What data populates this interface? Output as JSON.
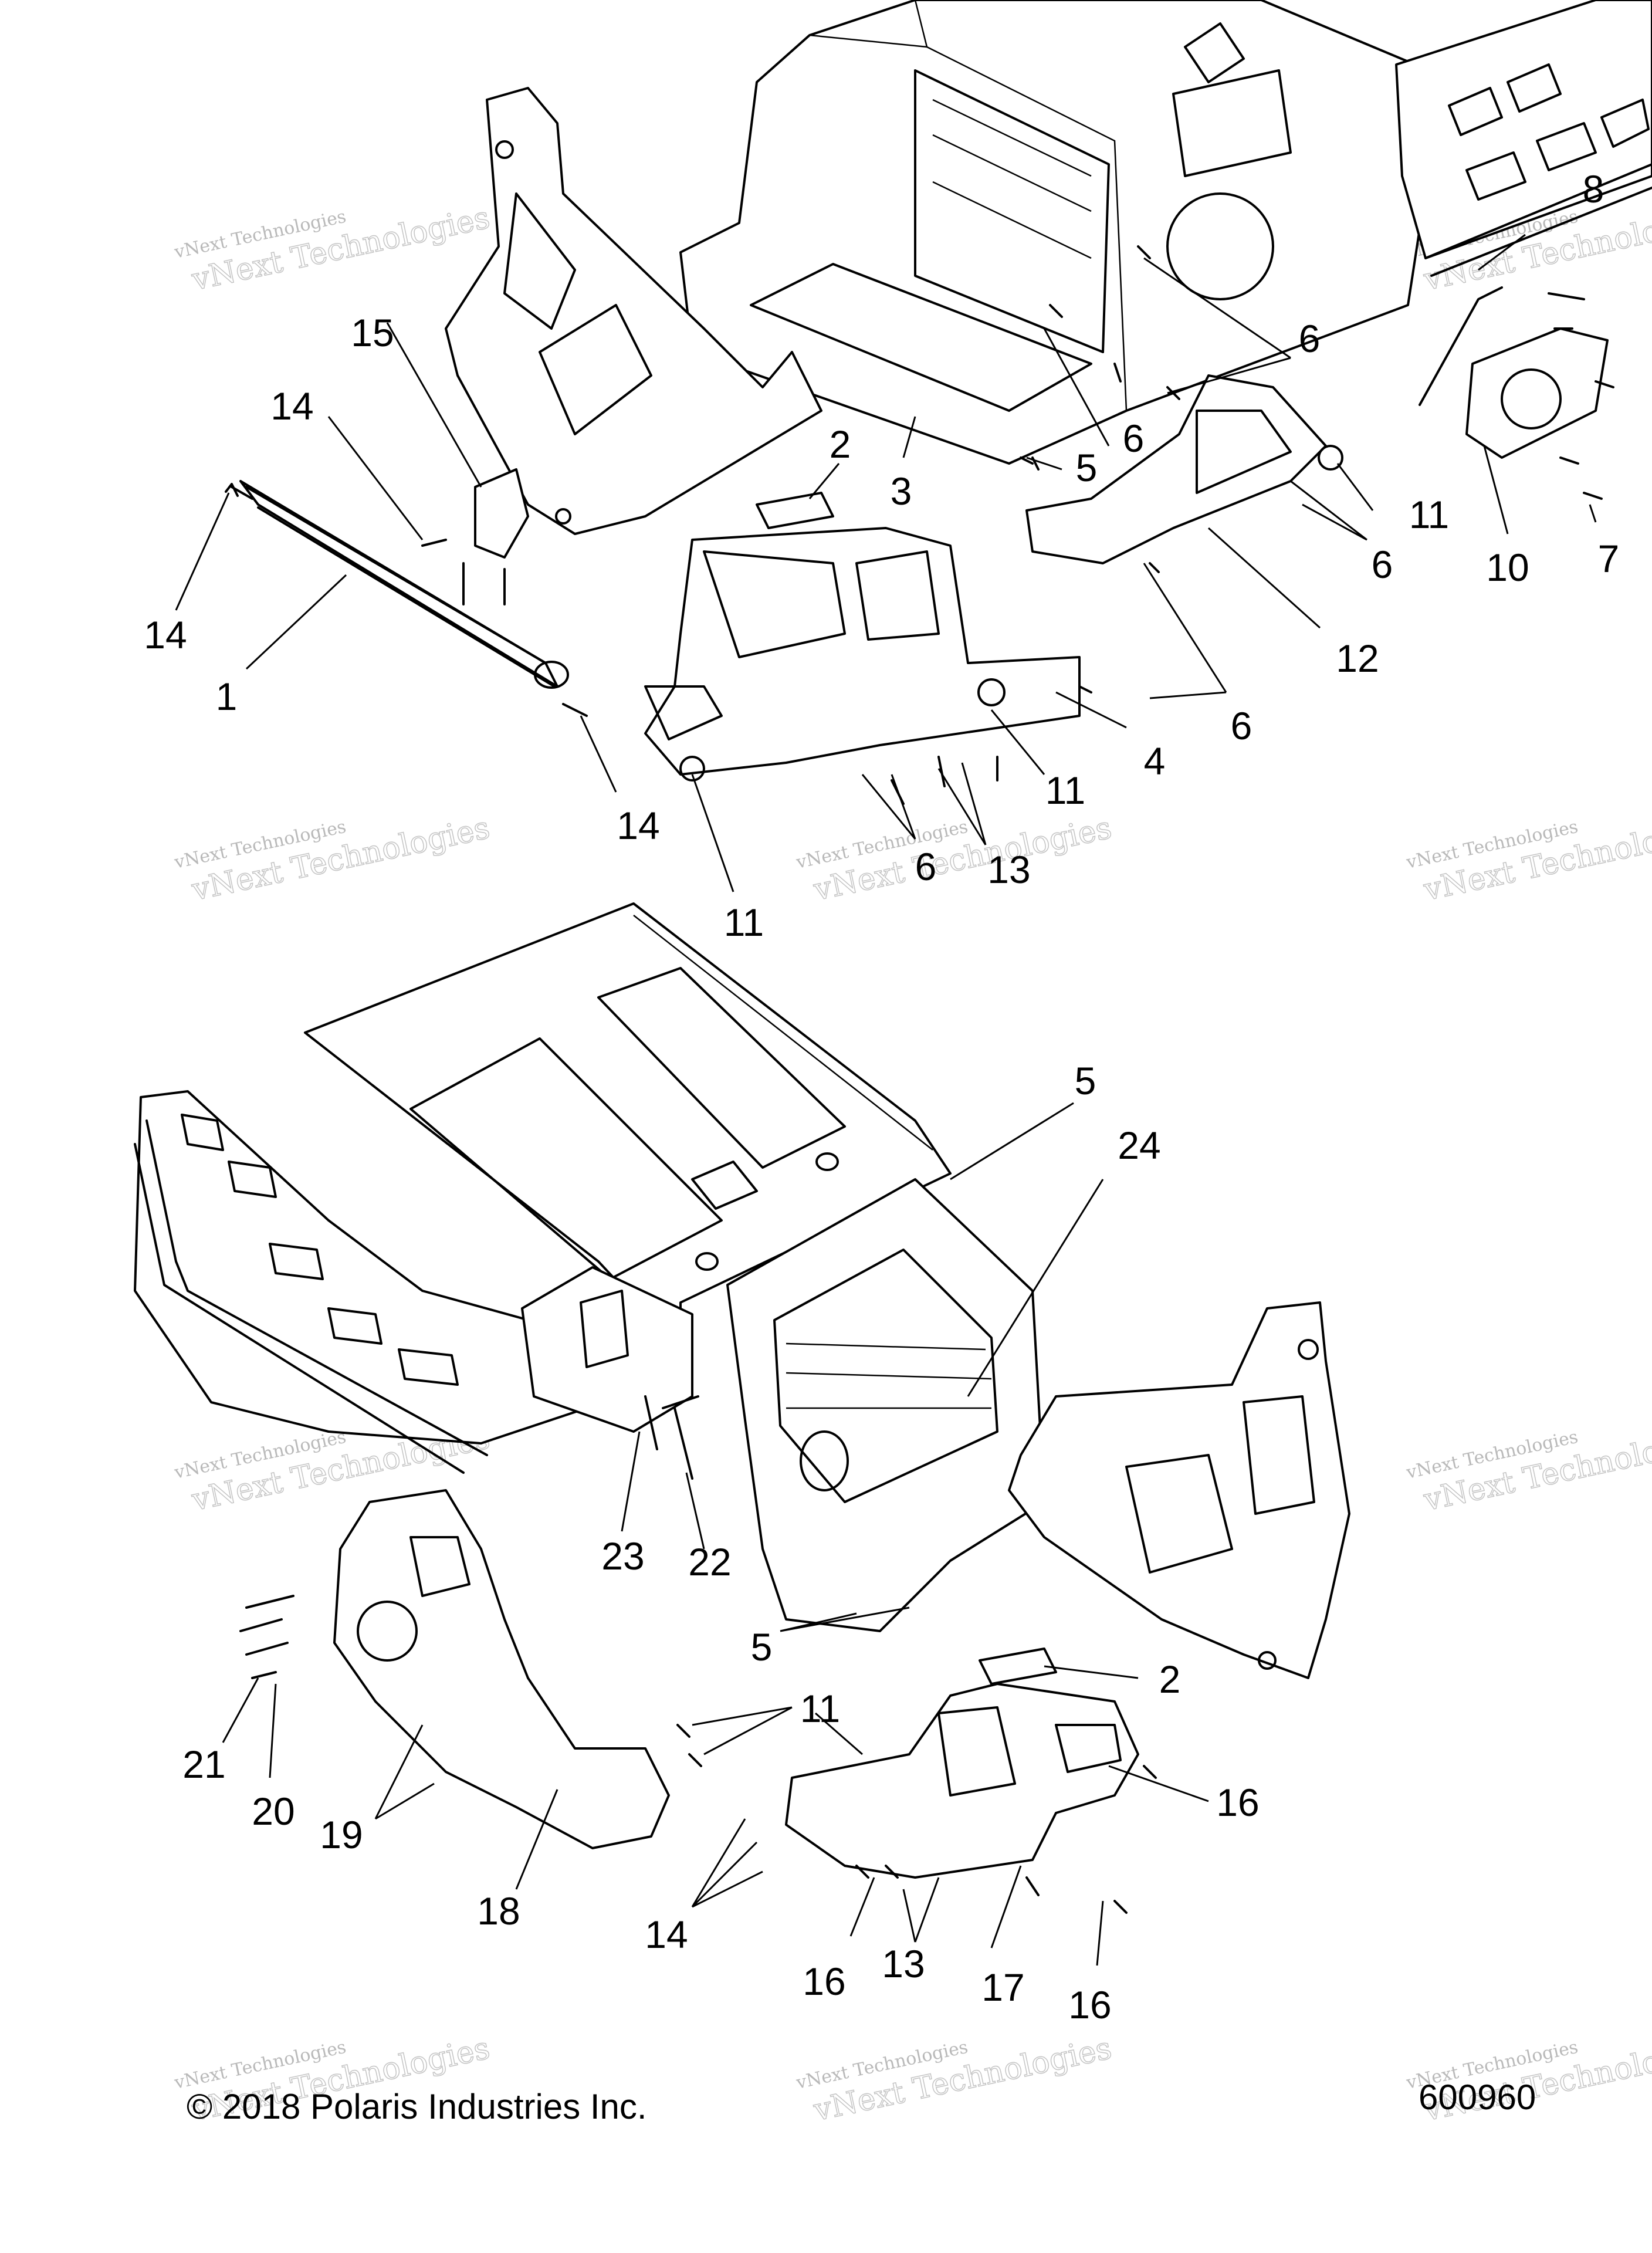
{
  "watermark": {
    "line1": "vNext Technologies",
    "line2": "vNext Technologies"
  },
  "callouts": [
    {
      "id": "c15",
      "label": "15"
    },
    {
      "id": "c14a",
      "label": "14"
    },
    {
      "id": "c14b",
      "label": "14"
    },
    {
      "id": "c1",
      "label": "1"
    },
    {
      "id": "c14c",
      "label": "14"
    },
    {
      "id": "c11a",
      "label": "11"
    },
    {
      "id": "c2a",
      "label": "2"
    },
    {
      "id": "c3",
      "label": "3"
    },
    {
      "id": "c5a",
      "label": "5"
    },
    {
      "id": "c6a",
      "label": "6"
    },
    {
      "id": "c6b",
      "label": "6"
    },
    {
      "id": "c8",
      "label": "8"
    },
    {
      "id": "c11b",
      "label": "11"
    },
    {
      "id": "c6c",
      "label": "6"
    },
    {
      "id": "c10",
      "label": "10"
    },
    {
      "id": "c7",
      "label": "7"
    },
    {
      "id": "c12",
      "label": "12"
    },
    {
      "id": "c6d",
      "label": "6"
    },
    {
      "id": "c4",
      "label": "4"
    },
    {
      "id": "c11c",
      "label": "11"
    },
    {
      "id": "c6e",
      "label": "6"
    },
    {
      "id": "c13a",
      "label": "13"
    },
    {
      "id": "c5b",
      "label": "5"
    },
    {
      "id": "c24",
      "label": "24"
    },
    {
      "id": "c23",
      "label": "23"
    },
    {
      "id": "c22",
      "label": "22"
    },
    {
      "id": "c5c",
      "label": "5"
    },
    {
      "id": "c2b",
      "label": "2"
    },
    {
      "id": "c11d",
      "label": "11"
    },
    {
      "id": "c16a",
      "label": "16"
    },
    {
      "id": "c21",
      "label": "21"
    },
    {
      "id": "c20",
      "label": "20"
    },
    {
      "id": "c19",
      "label": "19"
    },
    {
      "id": "c18",
      "label": "18"
    },
    {
      "id": "c14d",
      "label": "14"
    },
    {
      "id": "c16b",
      "label": "16"
    },
    {
      "id": "c13b",
      "label": "13"
    },
    {
      "id": "c17",
      "label": "17"
    },
    {
      "id": "c16c",
      "label": "16"
    }
  ],
  "footer": {
    "copyright": "© 2018 Polaris Industries Inc.",
    "diagram_number": "600960"
  }
}
